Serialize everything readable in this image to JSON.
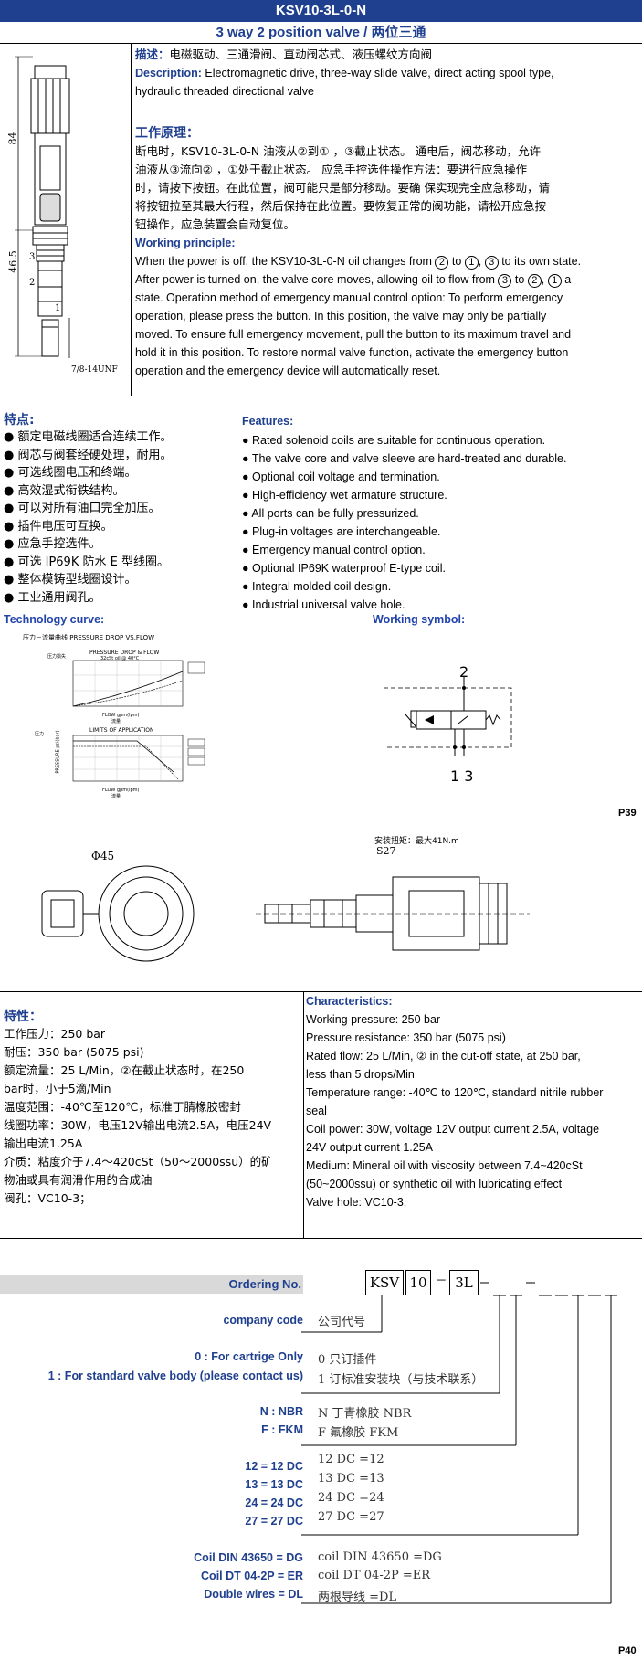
{
  "header": {
    "model": "KSV10-3L-0-N",
    "subtitle": "3 way 2 position valve / 两位三通"
  },
  "description": {
    "cn_label": "描述：",
    "cn_text": "电磁驱动、三通滑阀、直动阀芯式、液压螺纹方向阀",
    "en_label": "Description:",
    "en_text": " Electromagnetic drive, three-way slide valve, direct acting spool type,",
    "en_text2": "hydraulic threaded directional valve"
  },
  "drawing_dims": {
    "d84": "84",
    "d465": "46.5",
    "thread": "7/8-14UNF",
    "port3": "3",
    "port2": "2",
    "port1": "1"
  },
  "working_principle": {
    "cn_title": "工作原理：",
    "cn_lines": [
      "断电时，KSV10-3L-0-N 油液从②到① ，③截止状态。 通电后，阀芯移动，允许",
      "油液从③流向② ，①处于截止状态。 应急手控选件操作方法：要进行应急操作",
      "时，请按下按钮。在此位置，阀可能只是部分移动。要确 保实现完全应急移动，请",
      "将按钮拉至其最大行程，然后保持在此位置。要恢复正常的阀功能，请松开应急按",
      "钮操作，应急装置会自动复位。"
    ],
    "en_title": "Working principle:",
    "en_line1_a": "When the power is off, the KSV10-3L-0-N oil changes from ",
    "en_line1_b": " to ",
    "en_line1_c": " to its own state.",
    "en_line2_a": "After power is turned on, the valve core moves, allowing oil to flow from ",
    "en_line2_b": " to ",
    "en_line2_c": " a",
    "en_lines": [
      "state. Operation method of emergency manual control option: To perform emergency",
      "operation, please press the button. In this position, the valve may only be partially",
      "moved. To ensure full emergency movement, pull the button to its maximum travel and",
      "hold it in this position. To restore normal valve function, activate the emergency button",
      "operation and the emergency device will automatically reset."
    ],
    "c1": "1",
    "c2": "2",
    "c3": "3"
  },
  "features_cn": {
    "title": "特点:",
    "items": [
      "额定电磁线圈适合连续工作。",
      "阀芯与阀套经硬处理，耐用。",
      "可选线圈电压和终端。",
      "高效湿式衔铁结构。",
      "可以对所有油口完全加压。",
      "插件电压可互换。",
      "应急手控选件。",
      "可选 IP69K 防水 E 型线圈。",
      "整体模铸型线圈设计。",
      "工业通用阀孔。"
    ]
  },
  "features_en": {
    "title": "Features:",
    "items": [
      "Rated solenoid coils are suitable for continuous operation.",
      "The valve core and valve sleeve are hard-treated and durable.",
      "Optional coil voltage and termination.",
      "High-efficiency wet armature structure.",
      "All ports can be fully pressurized.",
      "Plug-in voltages are interchangeable.",
      "Emergency manual control option.",
      "Optional IP69K waterproof E-type coil.",
      "Integral molded coil design.",
      "Industrial universal valve hole."
    ]
  },
  "tech": {
    "title": "Technology curve:",
    "symbol_title": "Working symbol:",
    "chart_caption": "压力－流量曲线 PRESSURE DROP VS.FLOW",
    "chart1_title": "PRESSURE DROP & FLOW",
    "chart1_sub": "32cSt oil @ 40°C",
    "chart1_ylabel": "压力损失",
    "chart1_xlabel": "FLOW gpm(lpm)",
    "chart1_xlabel_cn": "流量",
    "chart2_title": "LIMITS OF APPLICATION",
    "chart2_xlabel": "FLOW gpm(lpm)",
    "chart2_xlabel_cn": "流量",
    "chart2_ylabel": "PRESSURE psi(bar)",
    "chart2_ylabel_cn": "压力",
    "page": "P39",
    "sym_top": "2",
    "sym_bottom": "1 3"
  },
  "dims2": {
    "dia": "Φ45",
    "torque": "安装扭矩：最大41N.m",
    "hex": "S27"
  },
  "characteristics_cn": {
    "title": "特性：",
    "lines": [
      "工作压力：250 bar",
      "耐压：350 bar (5075 psi)",
      "额定流量：25 L/Min，②在截止状态时，在250",
      "bar时，小于5滴/Min",
      "温度范围：-40℃至120℃，标准丁腈橡胶密封",
      "线圈功率：30W，电压12V输出电流2.5A，电压24V",
      "输出电流1.25A",
      "介质：粘度介于7.4～420cSt（50～2000ssu）的矿",
      "物油或具有润滑作用的合成油",
      "阀孔：VC10-3；"
    ]
  },
  "characteristics_en": {
    "title": "Characteristics:",
    "lines": [
      "Working pressure: 250 bar",
      "Pressure resistance: 350 bar (5075 psi)",
      "Rated flow: 25 L/Min, ② in the cut-off state, at 250 bar,",
      "less than 5 drops/Min",
      "Temperature range: -40℃ to 120℃, standard nitrile rubber",
      "seal",
      "Coil power: 30W, voltage 12V output current 2.5A, voltage",
      "24V output current 1.25A",
      "Medium: Mineral oil with viscosity between 7.4~420cSt",
      "(50~2000ssu) or synthetic oil with lubricating effect",
      "Valve hole: VC10-3;"
    ]
  },
  "ordering": {
    "title": "Ordering No.",
    "code_ksv": "KSV",
    "code_10": "10",
    "code_3l": "3L",
    "dash": "－",
    "rows": {
      "company_en": "company code",
      "company_cn": "公司代号",
      "cart_en": "0 : For cartrige Only",
      "cart_cn": "0  只订插件",
      "body_en": "1 : For standard valve body (please contact us)",
      "body_cn": "1  订标准安装块（与技术联系）",
      "nbr_en": "N : NBR",
      "nbr_cn": "N  丁青橡胶 NBR",
      "fkm_en": "F : FKM",
      "fkm_cn": "F  氟橡胶   FKM",
      "dc12_en": "12 = 12 DC",
      "dc12_cn": "12 DC      =12",
      "dc13_en": "13 = 13 DC",
      "dc13_cn": "13 DC      =13",
      "dc24_en": "24 = 24 DC",
      "dc24_cn": "24 DC      =24",
      "dc27_en": "27 = 27 DC",
      "dc27_cn": "27 DC      =27",
      "dg_en": "Coil DIN 43650 = DG",
      "dg_cn": "coil DIN 43650      =DG",
      "er_en": "Coil DT 04-2P = ER",
      "er_cn": "coil DT 04-2P       =ER",
      "dl_en": "Double wires = DL",
      "dl_cn": "两根导线              =DL"
    },
    "page": "P40"
  },
  "colors": {
    "brand_blue": "#1f3f8f",
    "order_bar": "#d9d9d9"
  }
}
